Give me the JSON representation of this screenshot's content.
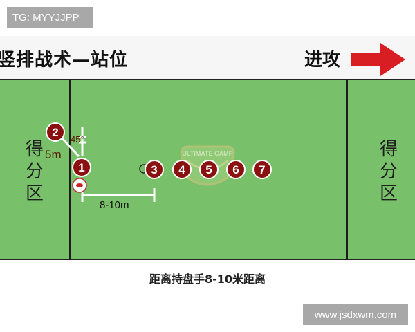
{
  "watermark_top": "TG: MYYJJPP",
  "watermark_bottom": "www.jsdxwm.com",
  "title": "竖排战术—站位",
  "attack_label": "进攻",
  "endzone_left_label": "得分区",
  "endzone_right_label": "得分区",
  "players": [
    "1",
    "2",
    "3",
    "4",
    "5",
    "6",
    "7"
  ],
  "annotations": {
    "angle": "45°",
    "distance_short": "5m",
    "distance_mark": "8-10m"
  },
  "logo_text": "ULTIMATE CAMP",
  "caption": "距离持盘手8-10米距离",
  "colors": {
    "field": "#79c06a",
    "player": "#8b1111",
    "arrow": "#d81e22",
    "line": "#1e1e1e"
  }
}
